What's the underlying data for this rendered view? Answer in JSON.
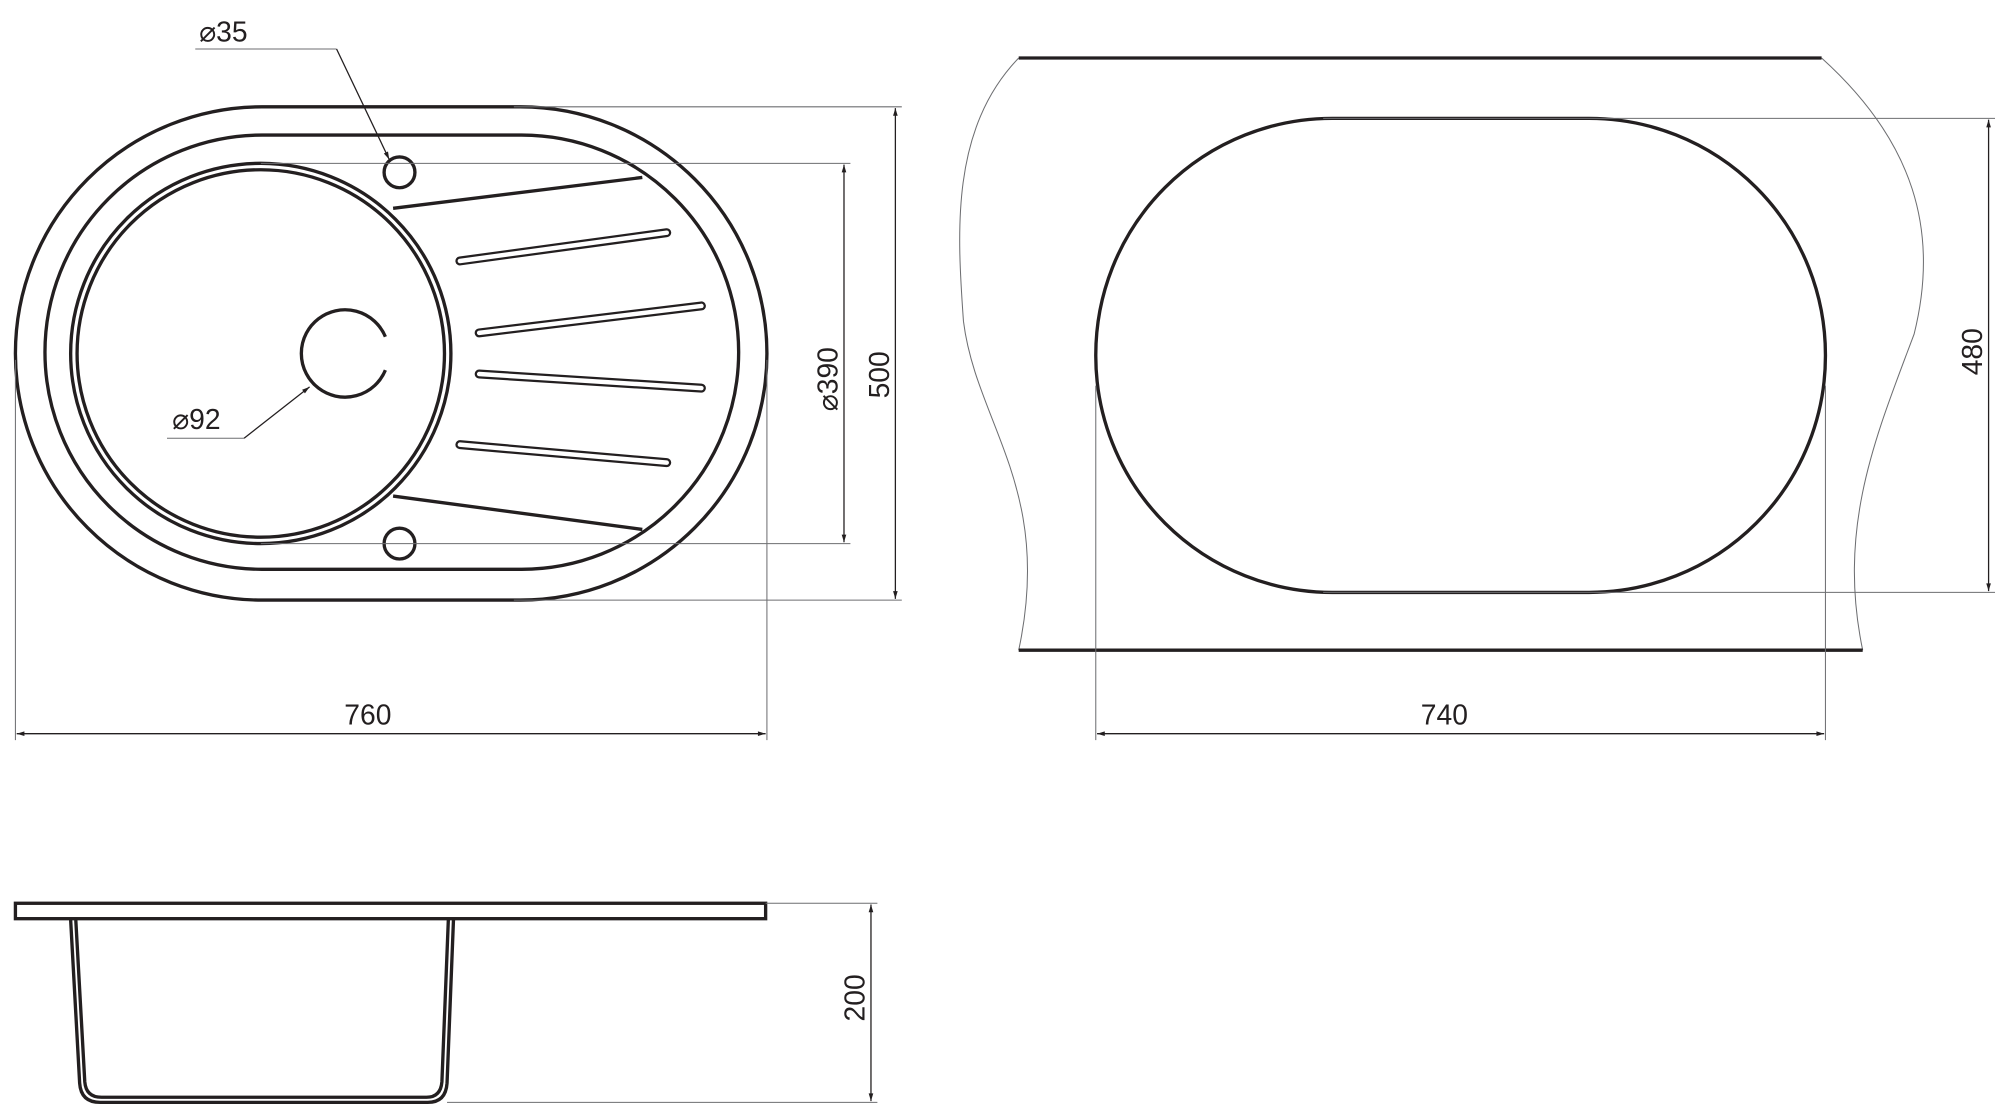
{
  "top_view": {
    "tap_hole_diameter": "⌀35",
    "drain_diameter": "⌀92",
    "bowl_diameter": "⌀390",
    "overall_depth": "500",
    "overall_width": "760"
  },
  "cutout_view": {
    "cutout_width": "740",
    "cutout_depth": "480"
  },
  "side_view": {
    "bowl_height": "200"
  },
  "colors": {
    "line": "#231f20",
    "thin_line": "#6d6e71"
  }
}
